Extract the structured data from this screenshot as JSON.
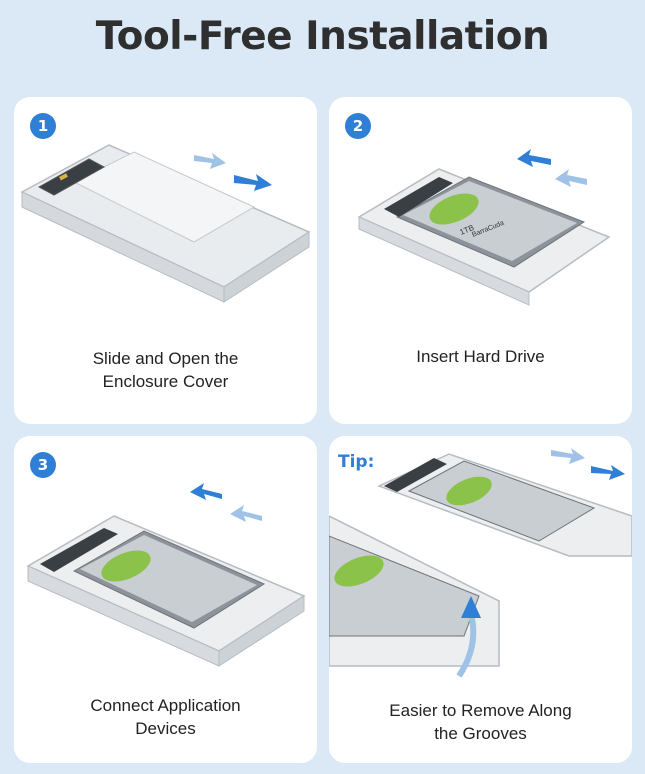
{
  "title": "Tool-Free Installation",
  "steps": [
    {
      "number": "1",
      "caption": "Slide and Open the\nEnclosure Cover"
    },
    {
      "number": "2",
      "caption": "Insert Hard Drive"
    },
    {
      "number": "3",
      "caption": "Connect Application\nDevices"
    }
  ],
  "tip": {
    "label": "Tip:",
    "caption": "Easier to Remove Along\nthe Grooves"
  },
  "drive_label": {
    "capacity": "1TB",
    "model": "BarraCuda"
  },
  "colors": {
    "accent": "#2f7fd6",
    "background": "#dbe9f7",
    "card": "#ffffff"
  }
}
